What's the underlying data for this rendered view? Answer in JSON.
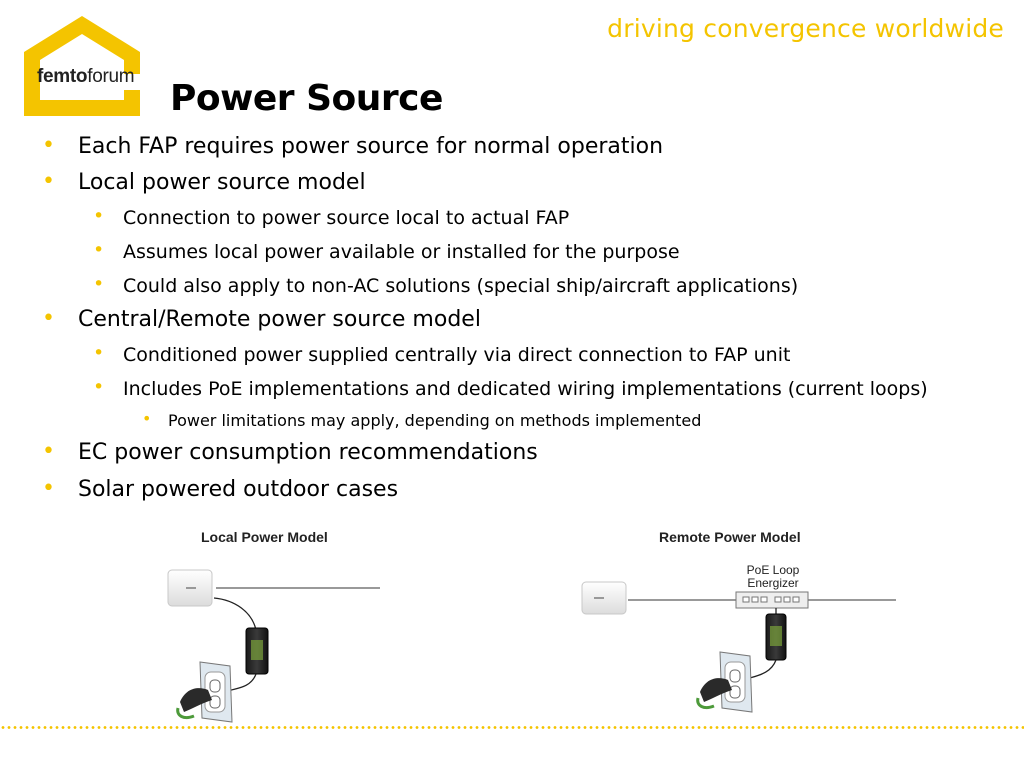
{
  "brand": {
    "logo_prefix": "femto",
    "logo_suffix": "forum",
    "tagline": "driving convergence worldwide",
    "accent_color": "#f4c400"
  },
  "slide": {
    "title": "Power Source",
    "bullets": [
      {
        "level": 1,
        "text": "Each FAP requires power source for normal operation"
      },
      {
        "level": 1,
        "text": "Local power source model"
      },
      {
        "level": 2,
        "text": "Connection to power source local to actual FAP"
      },
      {
        "level": 2,
        "text": "Assumes local power available or installed for the purpose"
      },
      {
        "level": 2,
        "text": "Could also apply to non-AC solutions (special ship/aircraft applications)"
      },
      {
        "level": 1,
        "text": "Central/Remote power source model"
      },
      {
        "level": 2,
        "text": "Conditioned power supplied centrally via direct connection to FAP unit"
      },
      {
        "level": 2,
        "text": "Includes PoE implementations and dedicated wiring implementations (current loops)"
      },
      {
        "level": 3,
        "text": "Power limitations may apply, depending on methods implemented"
      },
      {
        "level": 1,
        "text": "EC power consumption recommendations"
      },
      {
        "level": 1,
        "text": "Solar powered outdoor cases"
      }
    ],
    "bullet_glyph": "•"
  },
  "diagrams": {
    "local": {
      "label": "Local Power Model"
    },
    "remote": {
      "label": "Remote Power Model",
      "energizer_label_line1": "PoE Loop",
      "energizer_label_line2": "Energizer"
    }
  }
}
